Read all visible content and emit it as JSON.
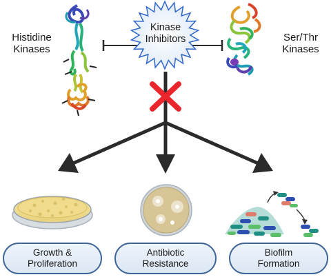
{
  "center_label": {
    "line1": "Kinase",
    "line2": "Inhibitors"
  },
  "left_label": {
    "line1": "Histidine",
    "line2": "Kinases"
  },
  "right_label": {
    "line1": "Ser/Thr",
    "line2": "Kinases"
  },
  "outcomes": [
    {
      "line1": "Growth &",
      "line2": "Proliferation"
    },
    {
      "line1": "Antibiotic",
      "line2": "Resistance"
    },
    {
      "line1": "Biofilm",
      "line2": "Formation"
    }
  ],
  "colors": {
    "arrow": "#2b2b2b",
    "x_mark": "#e8262b",
    "pill_border": "#3d6596",
    "starburst": "#2f67c8"
  }
}
